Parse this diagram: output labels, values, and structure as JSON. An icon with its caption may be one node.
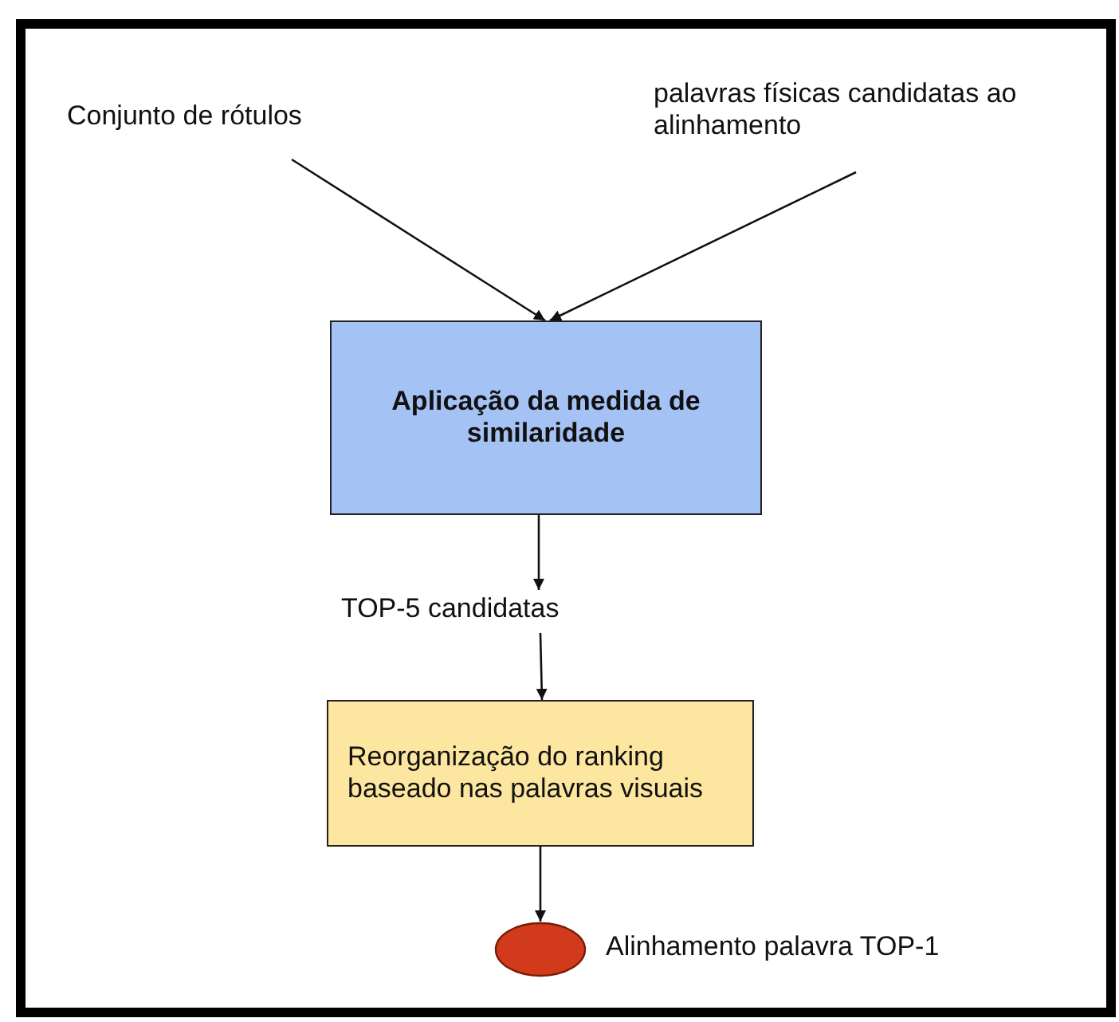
{
  "diagram": {
    "nodes": [
      {
        "text": [
          "Conjunto de rótulos"
        ]
      },
      {
        "text": [
          "palavras físicas candidatas ao alinhamento"
        ]
      },
      {
        "text": [
          "Aplicação da medida de similaridade"
        ]
      },
      {
        "text": [
          "TOP-5 candidatas"
        ]
      },
      {
        "text": [
          "Reorganização do ranking baseado nas palavras visuais"
        ]
      },
      {
        "text": [],
        "shape": "circle",
        "beside": [
          "Alinhamento palavra TOP-1"
        ]
      }
    ],
    "edges": [
      {
        "from": 0,
        "to": 2,
        "arrow": "to"
      },
      {
        "from": 1,
        "to": 2,
        "arrow": "to"
      },
      {
        "from": 2,
        "to": 3,
        "arrow": "to"
      },
      {
        "from": 3,
        "to": 4,
        "arrow": "to"
      },
      {
        "from": 4,
        "to": 5,
        "arrow": "to"
      }
    ]
  }
}
